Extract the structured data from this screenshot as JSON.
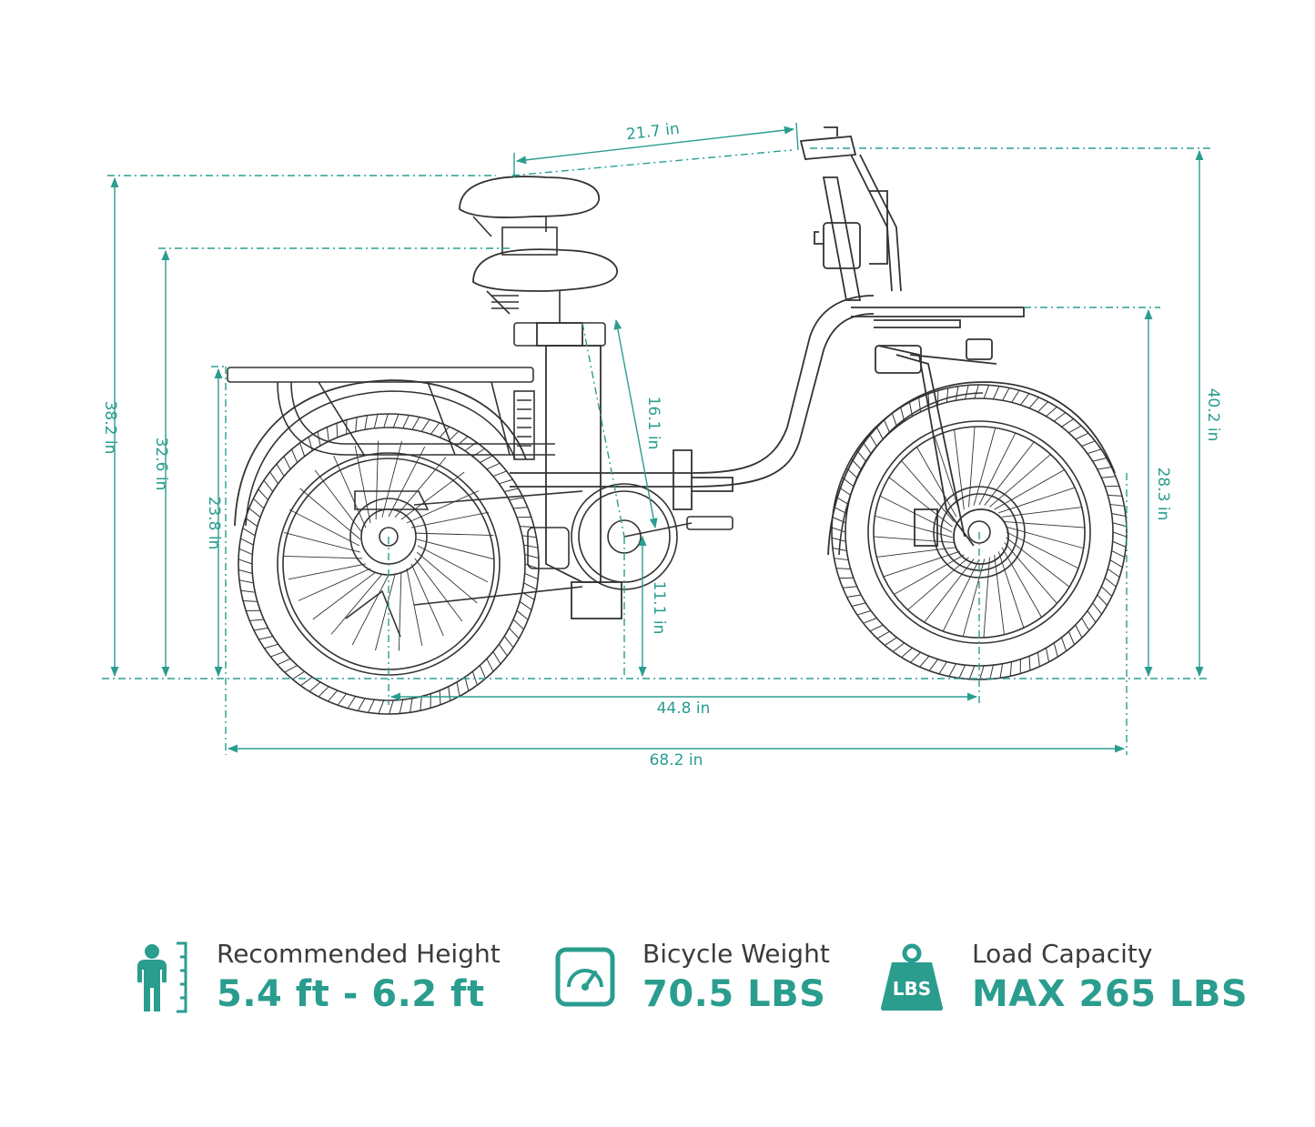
{
  "dimensions": {
    "handlebar_reach": "21.7 in",
    "max_saddle_height": "38.2 in",
    "min_saddle_height": "32.6 in",
    "rack_height": "23.8 in",
    "seat_tube": "16.1 in",
    "bottom_bracket_height": "11.1 in",
    "wheelbase": "44.8 in",
    "overall_length": "68.2 in",
    "overall_height": "40.2 in",
    "front_rack_height": "28.3 in"
  },
  "specs": {
    "height": {
      "label": "Recommended Height",
      "value": "5.4 ft - 6.2 ft",
      "icon": "person-height-icon"
    },
    "weight": {
      "label": "Bicycle Weight",
      "value": "70.5 LBS",
      "icon": "scale-gauge-icon"
    },
    "load": {
      "label": "Load Capacity",
      "value": "MAX 265 LBS",
      "icon": "weight-lbs-icon",
      "icon_text": "LBS"
    }
  },
  "colors": {
    "accent": "#2a9d8f",
    "line": "#333333",
    "text": "#3b3b3b"
  }
}
